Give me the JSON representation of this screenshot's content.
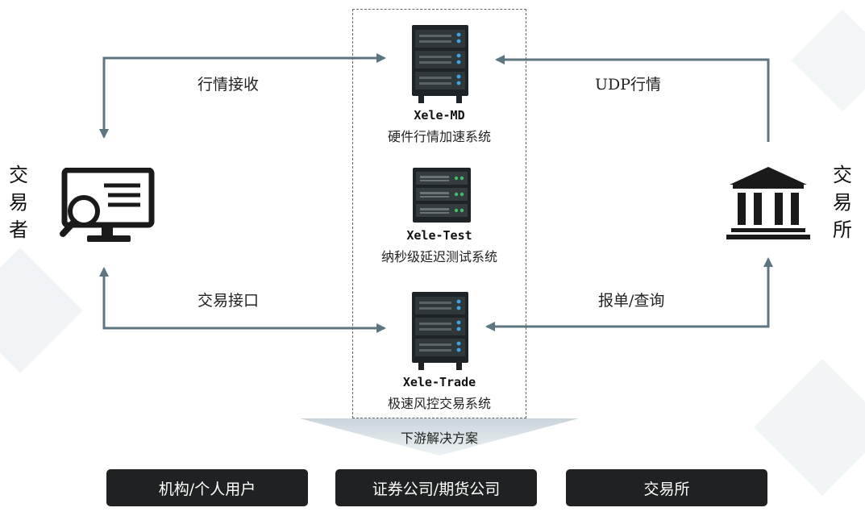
{
  "diagram": {
    "left_actor": "交易者",
    "right_actor": "交易所",
    "flows": {
      "top_left": "行情接收",
      "top_right": "UDP行情",
      "bottom_left": "交易接口",
      "bottom_right": "报单/查询"
    },
    "servers": [
      {
        "name": "Xele-MD",
        "desc": "硬件行情加速系统"
      },
      {
        "name": "Xele-Test",
        "desc": "纳秒级延迟测试系统"
      },
      {
        "name": "Xele-Trade",
        "desc": "极速风控交易系统"
      }
    ],
    "downstream_label": "下游解决方案",
    "downstream": [
      {
        "label": "机构/个人用户"
      },
      {
        "label": "证券公司/期货公司"
      },
      {
        "label": "交易所"
      }
    ],
    "colors": {
      "arrow": "#5d7580",
      "server_dark": "#1d2326",
      "server_led": "#3aa8e6",
      "button_bg": "#1f2122"
    },
    "icons": {
      "left": "computer-magnifier-icon",
      "right": "bank-building-icon"
    }
  }
}
